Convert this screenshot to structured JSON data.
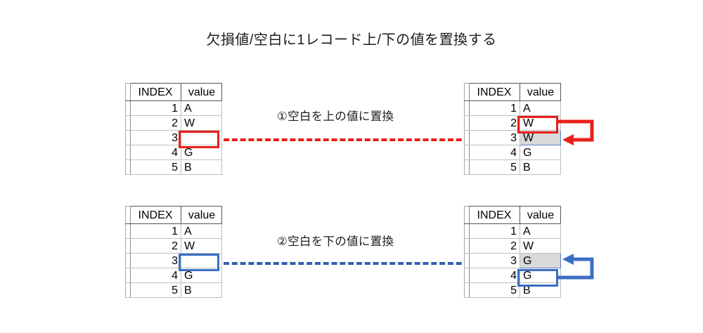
{
  "title": "欠損値/空白に1レコード上/下の値を置換する",
  "columns": [
    "INDEX",
    "value"
  ],
  "sections": [
    {
      "id": "fill-down",
      "caption": "①空白を上の値に置換",
      "accent_color": "#e8201a",
      "source_table": {
        "name": "before-table-top",
        "rows": [
          {
            "index": "1",
            "value": "A"
          },
          {
            "index": "2",
            "value": "W"
          },
          {
            "index": "3",
            "value": ""
          },
          {
            "index": "4",
            "value": "G"
          },
          {
            "index": "5",
            "value": "B"
          }
        ]
      },
      "result_table": {
        "name": "after-table-top",
        "rows": [
          {
            "index": "1",
            "value": "A"
          },
          {
            "index": "2",
            "value": "W"
          },
          {
            "index": "3",
            "value": "W"
          },
          {
            "index": "4",
            "value": "G"
          },
          {
            "index": "5",
            "value": "B"
          }
        ]
      },
      "highlight_row_index": "3",
      "source_row_index": "2"
    },
    {
      "id": "fill-up",
      "caption": "②空白を下の値に置換",
      "accent_color": "#3a6fc4",
      "source_table": {
        "name": "before-table-bottom",
        "rows": [
          {
            "index": "1",
            "value": "A"
          },
          {
            "index": "2",
            "value": "W"
          },
          {
            "index": "3",
            "value": ""
          },
          {
            "index": "4",
            "value": "G"
          },
          {
            "index": "5",
            "value": "B"
          }
        ]
      },
      "result_table": {
        "name": "after-table-bottom",
        "rows": [
          {
            "index": "1",
            "value": "A"
          },
          {
            "index": "2",
            "value": "W"
          },
          {
            "index": "3",
            "value": "G"
          },
          {
            "index": "4",
            "value": "G"
          },
          {
            "index": "5",
            "value": "B"
          }
        ]
      },
      "highlight_row_index": "3",
      "source_row_index": "4"
    }
  ],
  "colors": {
    "red_accent": "#e8201a",
    "blue_accent": "#3a6fc4",
    "highlight_fill": "#d9d9d9",
    "grid_line": "#bfbfbf",
    "header_line": "#555555",
    "background": "#ffffff"
  }
}
